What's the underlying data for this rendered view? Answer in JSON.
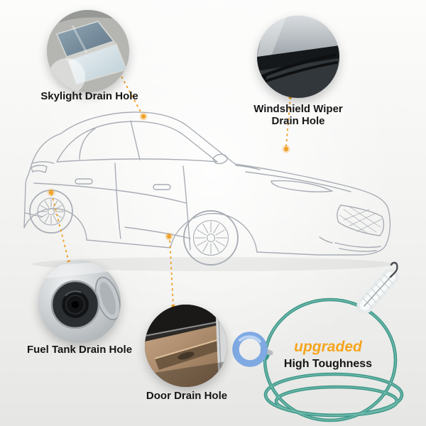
{
  "callouts": [
    {
      "id": "skylight",
      "label": "Skylight Drain Hole"
    },
    {
      "id": "windshield",
      "line1": "Windshield Wiper",
      "line2": "Drain Hole"
    },
    {
      "id": "fuel",
      "label": "Fuel Tank Drain Hole"
    },
    {
      "id": "door",
      "label": "Door Drain Hole"
    }
  ],
  "product": {
    "tagline": "upgraded",
    "feature": "High Toughness"
  },
  "photos": {
    "skylight": "car-skylight-interior-photo",
    "windshield": "windshield-wiper-photo",
    "fuel": "fuel-tank-cap-photo",
    "door": "car-door-interior-photo"
  },
  "colors": {
    "accent": "#f0a32b",
    "car_line": "#a8adb4",
    "cable": "#3f988a",
    "cable_highlight": "#74bdae",
    "ring": "#7fa9e2",
    "tagline": "#f6a41c",
    "label_text": "#161616"
  }
}
